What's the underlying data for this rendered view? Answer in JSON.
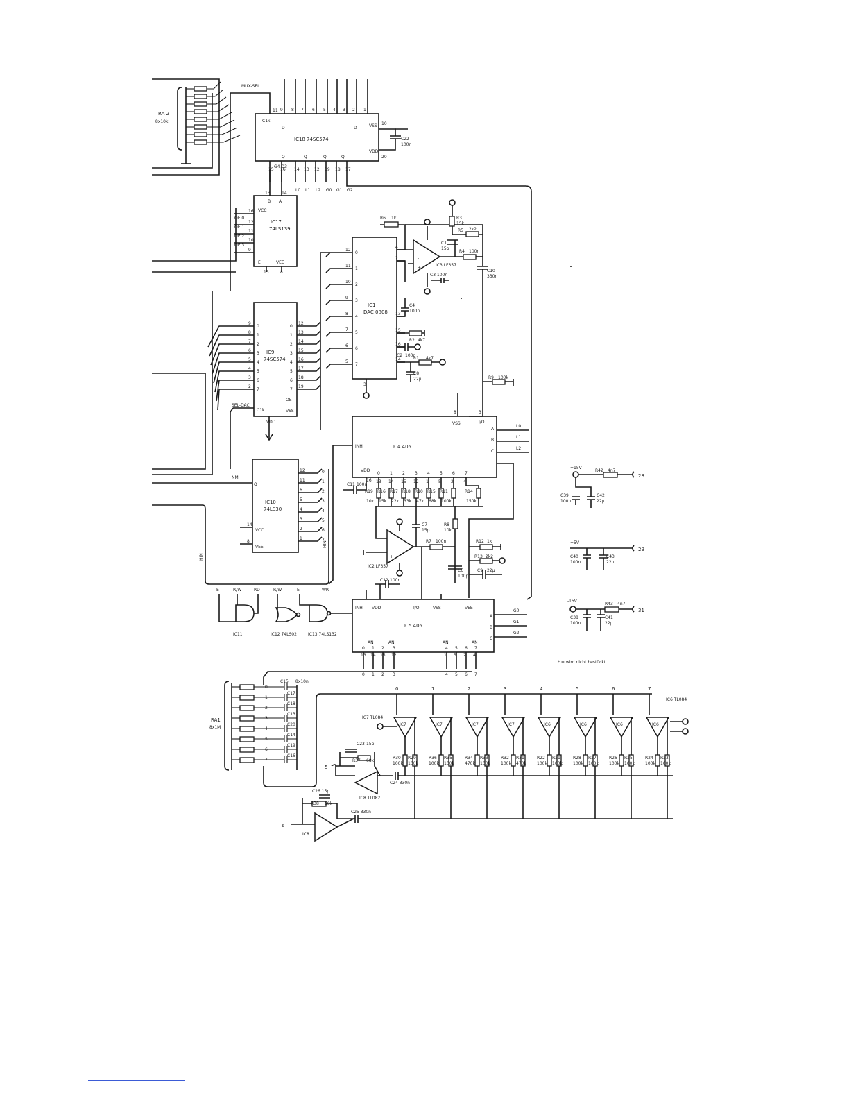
{
  "ic18": {
    "label": "IC18",
    "part": "74SC574"
  },
  "ic17": {
    "label": "IC17",
    "part": "74LS139"
  },
  "ic9": {
    "label": "IC9",
    "part": "74SC574"
  },
  "ic10": {
    "label": "IC10",
    "part": "74LS30"
  },
  "ic1": {
    "label": "IC1",
    "part": "DAC 0808"
  },
  "ic3": {
    "label": "IC3 LF357"
  },
  "ic2": {
    "label": "IC2 LF357"
  },
  "ic4": {
    "label": "IC4 4051"
  },
  "ic5": {
    "label": "IC5 4051"
  },
  "ic11": {
    "label": "IC11"
  },
  "ic12": {
    "label": "IC12 74LS02"
  },
  "ic13": {
    "label": "IC13 74LS132"
  },
  "ic7": {
    "label": "IC7 TL084"
  },
  "ic6": {
    "label": "IC6 TL084"
  },
  "ic8": {
    "label": "IC8 TL082",
    "short": "IC8"
  },
  "signals": {
    "mux_sel": "MUX-SEL",
    "sel_dac": "SEL-DAC",
    "nmi": "NMI",
    "hin_left": "HIN",
    "hin_right": "HIN",
    "oe0": "OE 0",
    "oe1": "OE 1",
    "oe2": "OE 2",
    "oe3": "OE 3",
    "l0": "L0",
    "l1": "L1",
    "l2": "L2",
    "g0": "G0",
    "g1": "G1",
    "g2": "G2",
    "e1": "E",
    "e2": "E",
    "rw1": "R/W",
    "rw2": "R/W",
    "rd": "RD",
    "wr": "WR",
    "inh": "INH",
    "an": "AN"
  },
  "arrays": {
    "ra2": "RA 2",
    "ra2_val": "8x10k",
    "ra1": "RA1",
    "ra1_val": "8x1M",
    "c15": "C15",
    "c15_val": "8x10n"
  },
  "components": {
    "c22": "C22",
    "c22_val": "100n",
    "r6": "R6",
    "r6_val": "1k",
    "r3": "R3",
    "r3_val": "15k",
    "c1": "C1",
    "c1_val": "15p",
    "r5": "R5",
    "r5_val": "2k2",
    "r4": "R4",
    "r4_val": "100n",
    "c10": "C10",
    "c10_val": "330n",
    "c3": "C3 100n",
    "c4": "C4",
    "c4_val": "100n",
    "r2": "R2",
    "r2_val": "4k7",
    "c2": "C2",
    "c2_val": "100n",
    "r1": "R1",
    "r1_val": "4k7",
    "c8": "C8",
    "c8_val": "22µ",
    "r9": "R9",
    "r9_val": "100k",
    "c11": "C11",
    "c11_val": "100n",
    "r19": "R19",
    "r19_val": "10k",
    "r16": "R16",
    "r16_val": "15k",
    "r17": "R17",
    "r17_val": "22k",
    "r18": "R18",
    "r18_val": "33k",
    "r10": "R10",
    "r10_val": "47k",
    "r15": "R15",
    "r15_val": "68k",
    "r11": "R11",
    "r11_val": "100k",
    "r14": "R14",
    "r14_val": "150k",
    "c7": "C7",
    "c7_val": "15p",
    "r8": "R8",
    "r8_val": "10k",
    "r7": "R7",
    "r7_val": "100n",
    "r12": "R12",
    "r12_val": "1k",
    "r13": "R13",
    "r13_val": "2k2",
    "c6": "C6",
    "c6_val": "100p",
    "c9": "C9",
    "c9_val": "22µ",
    "c12": "C12",
    "c12_val": "100n",
    "c23": "C23",
    "c23_val": "15p",
    "r37": "R37",
    "r37_val": "68k",
    "c24": "C24 330n",
    "c26": "C26 15p",
    "r38": "R38",
    "r38_val": "68k",
    "c25": "C25 330n",
    "r42": "R42",
    "r42_val": "4n7",
    "r43": "R43",
    "r43_val": "4n7",
    "c39": "C39",
    "c39_val": "100n",
    "c42": "C42",
    "c42_val": "22µ",
    "c40": "C40",
    "c40_val": "100n",
    "c43": "C43",
    "c43_val": "22µ",
    "c38": "C38",
    "c38_val": "100n",
    "c41": "C41",
    "c41_val": "22µ"
  },
  "power": {
    "p15": "+15V",
    "p5": "+5V",
    "m15": "-15V",
    "pin28": "28",
    "pin29": "29",
    "pin31": "31",
    "vcc": "VCC",
    "vee": "VEE",
    "vdd": "VDD",
    "vss": "VSS",
    "io": "I/O"
  },
  "note": "* = wird nicht bestückt",
  "bottom_resistors": [
    [
      "R30",
      "100k"
    ],
    [
      "R29",
      "100k"
    ],
    [
      "R36",
      "100k"
    ],
    [
      "R35",
      "100k"
    ],
    [
      "R34",
      "470k"
    ],
    [
      "R33",
      "100k"
    ],
    [
      "R32",
      "100k"
    ],
    [
      "R31",
      "470k"
    ],
    [
      "R22",
      "100k"
    ],
    [
      "R21",
      "100k"
    ],
    [
      "R28",
      "100k"
    ],
    [
      "R27",
      "100k"
    ],
    [
      "R26",
      "100k"
    ],
    [
      "R25",
      "100k"
    ],
    [
      "R24",
      "100k"
    ],
    [
      "R23",
      "100k"
    ]
  ],
  "bottom_channels": [
    "0",
    "1",
    "2",
    "3",
    "4",
    "5",
    "6",
    "7"
  ],
  "inputs": {
    "in5": "5",
    "in6": "6"
  }
}
